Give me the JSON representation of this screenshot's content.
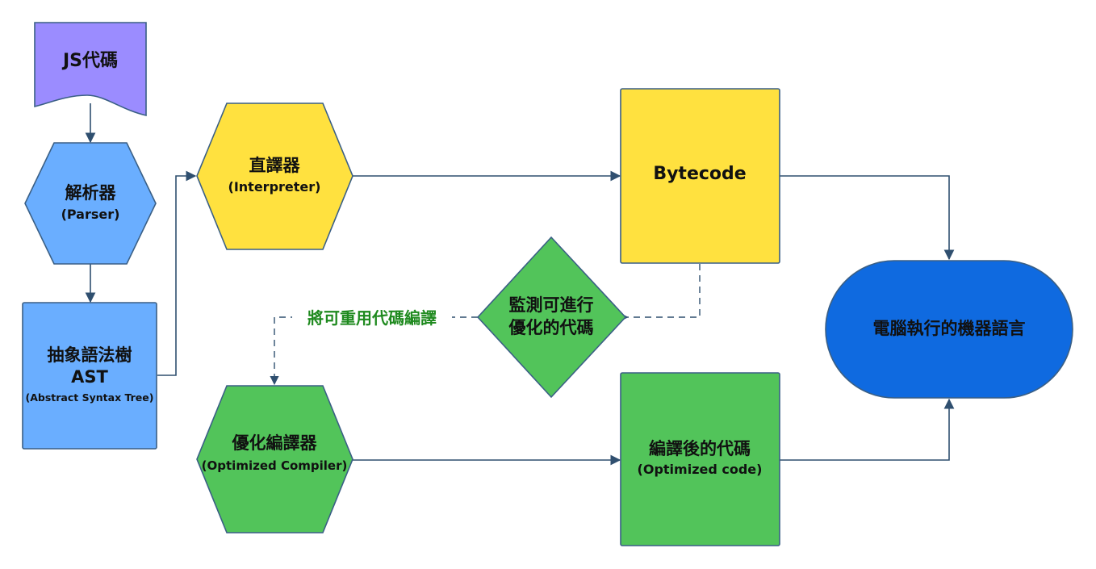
{
  "colors": {
    "purple": "#9b8cff",
    "light_blue": "#6aaeff",
    "yellow": "#ffe13f",
    "green": "#52c45a",
    "dark_blue": "#0f6ae0",
    "stroke": "#3a5f85",
    "edge": "#2f4f6f",
    "edge_label": "#1f8a1f"
  },
  "nodes": {
    "js_code": {
      "line1": "JS代碼"
    },
    "parser": {
      "line1": "解析器",
      "line2": "(Parser)"
    },
    "ast": {
      "line1": "抽象語法樹",
      "line2": "AST",
      "line3": "(Abstract Syntax Tree)"
    },
    "interpreter": {
      "line1": "直譯器",
      "line2": "(Interpreter)"
    },
    "bytecode": {
      "line1": "Bytecode"
    },
    "monitor": {
      "line1": "監測可進行",
      "line2": "優化的代碼"
    },
    "compiler": {
      "line1": "優化編譯器",
      "line2": "(Optimized Compiler)"
    },
    "optimized_code": {
      "line1": "編譯後的代碼",
      "line2": "(Optimized code)"
    },
    "machine_language": {
      "line1": "電腦執行的機器語言"
    }
  },
  "edges": {
    "reuse_label": "將可重用代碼編譯"
  }
}
